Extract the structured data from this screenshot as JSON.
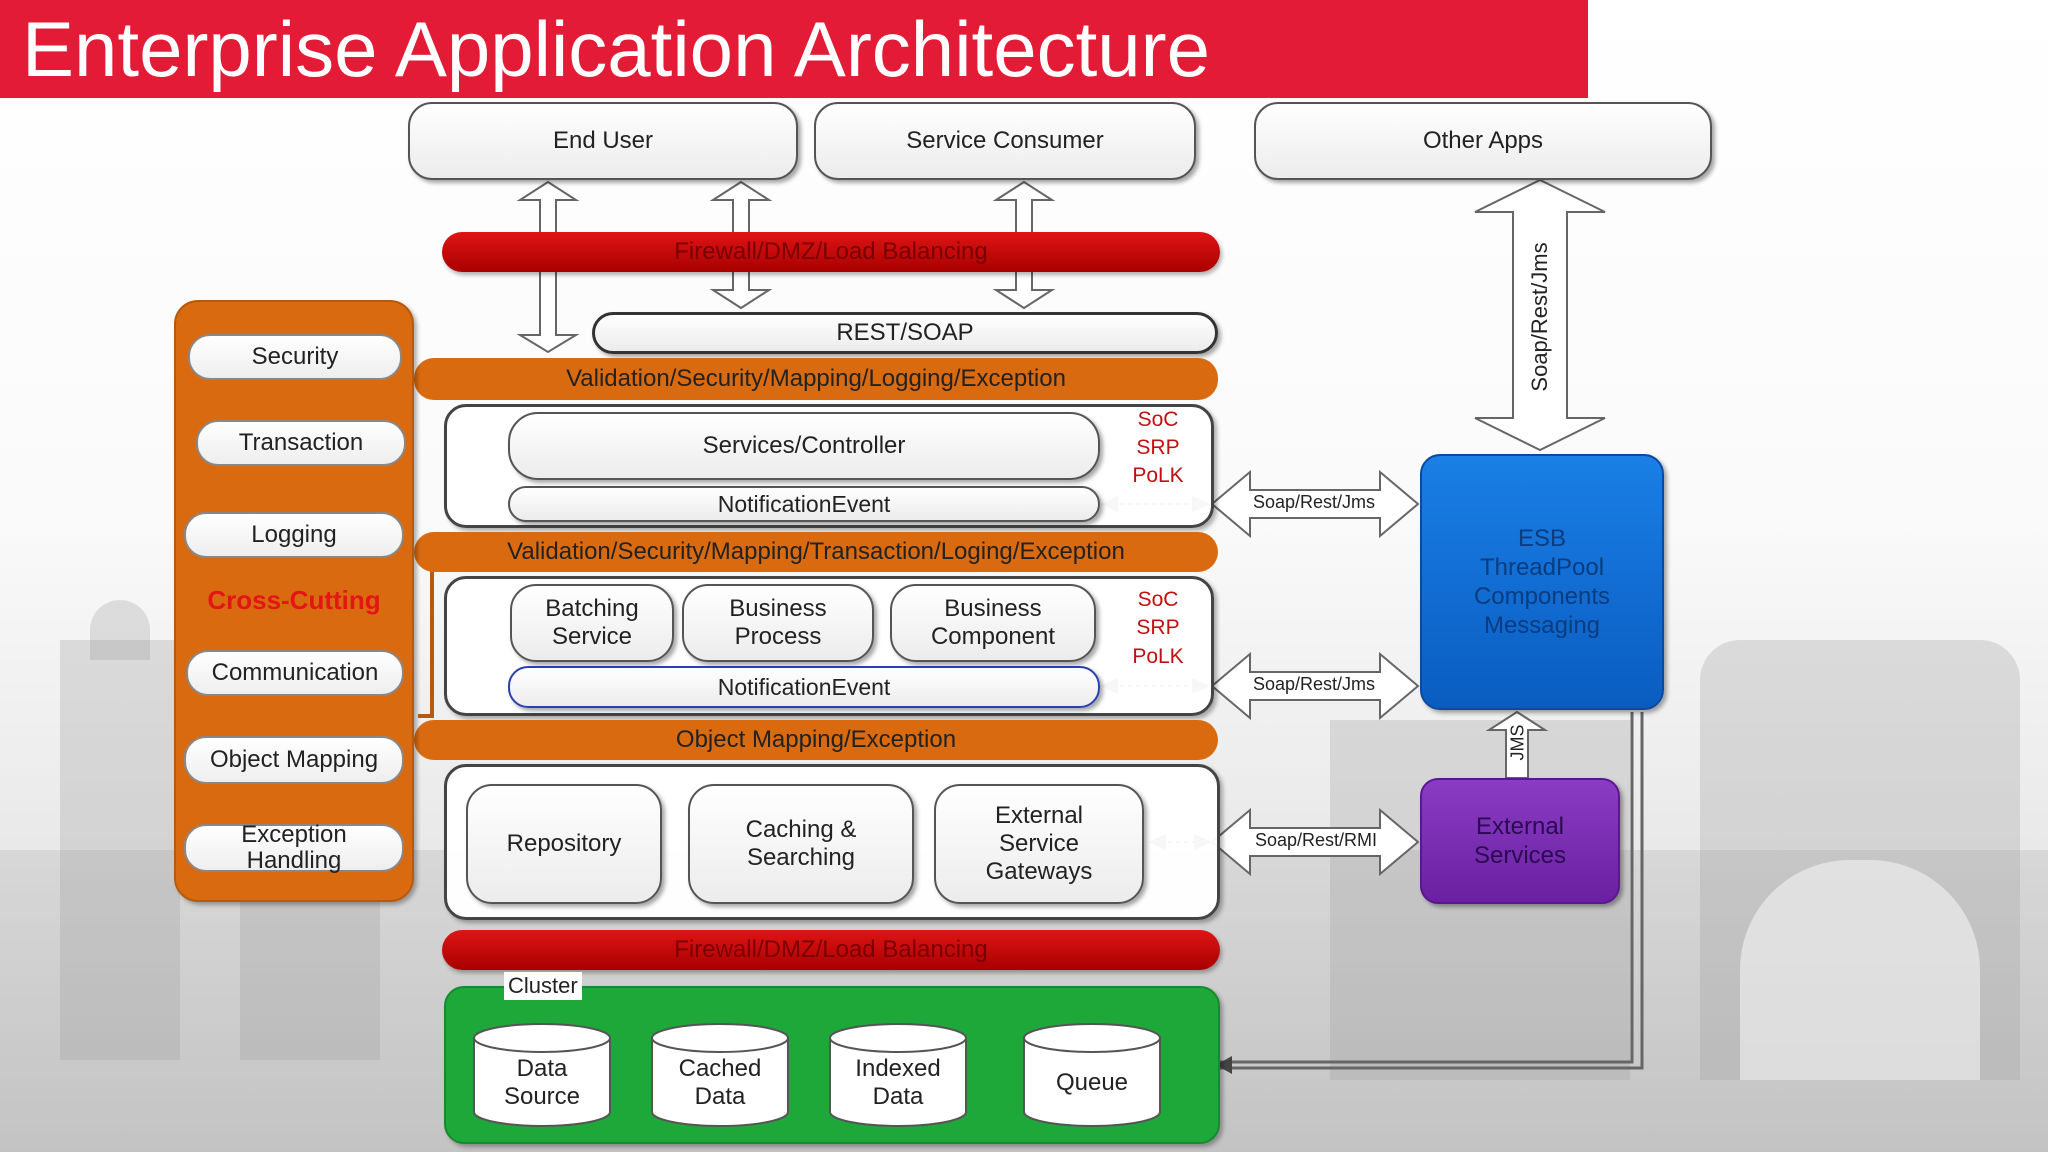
{
  "title": "Enterprise Application Architecture",
  "clients": {
    "end_user": "End User",
    "service_consumer": "Service Consumer",
    "other_apps": "Other Apps"
  },
  "firewall_top": "Firewall/DMZ/Load Balancing",
  "firewall_bottom": "Firewall/DMZ/Load Balancing",
  "rest_soap": "REST/SOAP",
  "band1": "Validation/Security/Mapping/Logging/Exception",
  "band2": "Validation/Security/Mapping/Transaction/Loging/Exception",
  "band3": "Object Mapping/Exception",
  "layer1": {
    "services_controller": "Services/Controller",
    "notification": "NotificationEvent"
  },
  "layer2": {
    "batching_line1": "Batching",
    "batching_line2": "Service",
    "process_line1": "Business",
    "process_line2": "Process",
    "component_line1": "Business",
    "component_line2": "Component",
    "notification": "NotificationEvent"
  },
  "principles": {
    "soc": "SoC",
    "srp": "SRP",
    "polk": "PoLK"
  },
  "layer3": {
    "repository": "Repository",
    "caching_line1": "Caching &",
    "caching_line2": "Searching",
    "gateways_line1": "External",
    "gateways_line2": "Service",
    "gateways_line3": "Gateways"
  },
  "cross_cutting": {
    "title": "Cross-Cutting",
    "security": "Security",
    "transaction": "Transaction",
    "logging": "Logging",
    "communication": "Communication",
    "object_mapping": "Object Mapping",
    "exception_line1": "Exception",
    "exception_line2": "Handling"
  },
  "connectors": {
    "soap_rest_jms_1": "Soap/Rest/Jms",
    "soap_rest_jms_2": "Soap/Rest/Jms",
    "soap_rest_rmi": "Soap/Rest/RMI",
    "vertical": "Soap/Rest/Jms",
    "jms": "JMS"
  },
  "esb": {
    "line1": "ESB",
    "line2": "ThreadPool",
    "line3": "Components",
    "line4": "Messaging"
  },
  "external_services": {
    "line1": "External",
    "line2": "Services"
  },
  "cluster": {
    "label": "Cluster",
    "data_source_line1": "Data",
    "data_source_line2": "Source",
    "cached_line1": "Cached",
    "cached_line2": "Data",
    "indexed_line1": "Indexed",
    "indexed_line2": "Data",
    "queue": "Queue"
  },
  "colors": {
    "title_red": "#e31b36",
    "band_orange": "#d96a10",
    "firewall_red": "#c40a0a",
    "esb_blue": "#0a6fd6",
    "external_purple": "#7a2fb0",
    "cluster_green": "#1fa83a",
    "principle_red": "#c21010"
  }
}
